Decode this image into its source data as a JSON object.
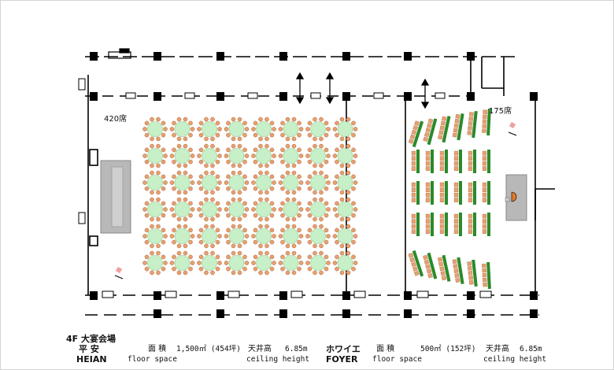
{
  "floor_label": "4F 大宴会場",
  "heian": {
    "name_jp": "平 安",
    "name_en": "HEIAN",
    "seats": "420席",
    "area_jp": "面  積",
    "area_en": "floor space",
    "area_value": "1,500㎡ (454坪)",
    "ceiling_jp": "天井高",
    "ceiling_value": "6.85m",
    "ceiling_en": "ceiling height",
    "round_tables": 48
  },
  "foyer": {
    "name_jp": "ホワイエ",
    "name_en": "FOYER",
    "seats": "175席",
    "area_jp": "面  積",
    "area_en": "floor space",
    "area_value": "500㎡ (152坪)",
    "ceiling_jp": "天井高",
    "ceiling_value": "6.85m",
    "ceiling_en": "ceiling height"
  },
  "colors": {
    "table_fill": "#c8f0c8",
    "chair": "#e6a070",
    "stage": "#b8b8b8",
    "desk_green": "#2a8a2a",
    "podium": "#e07a2a",
    "mic": "#f0a0a0"
  }
}
